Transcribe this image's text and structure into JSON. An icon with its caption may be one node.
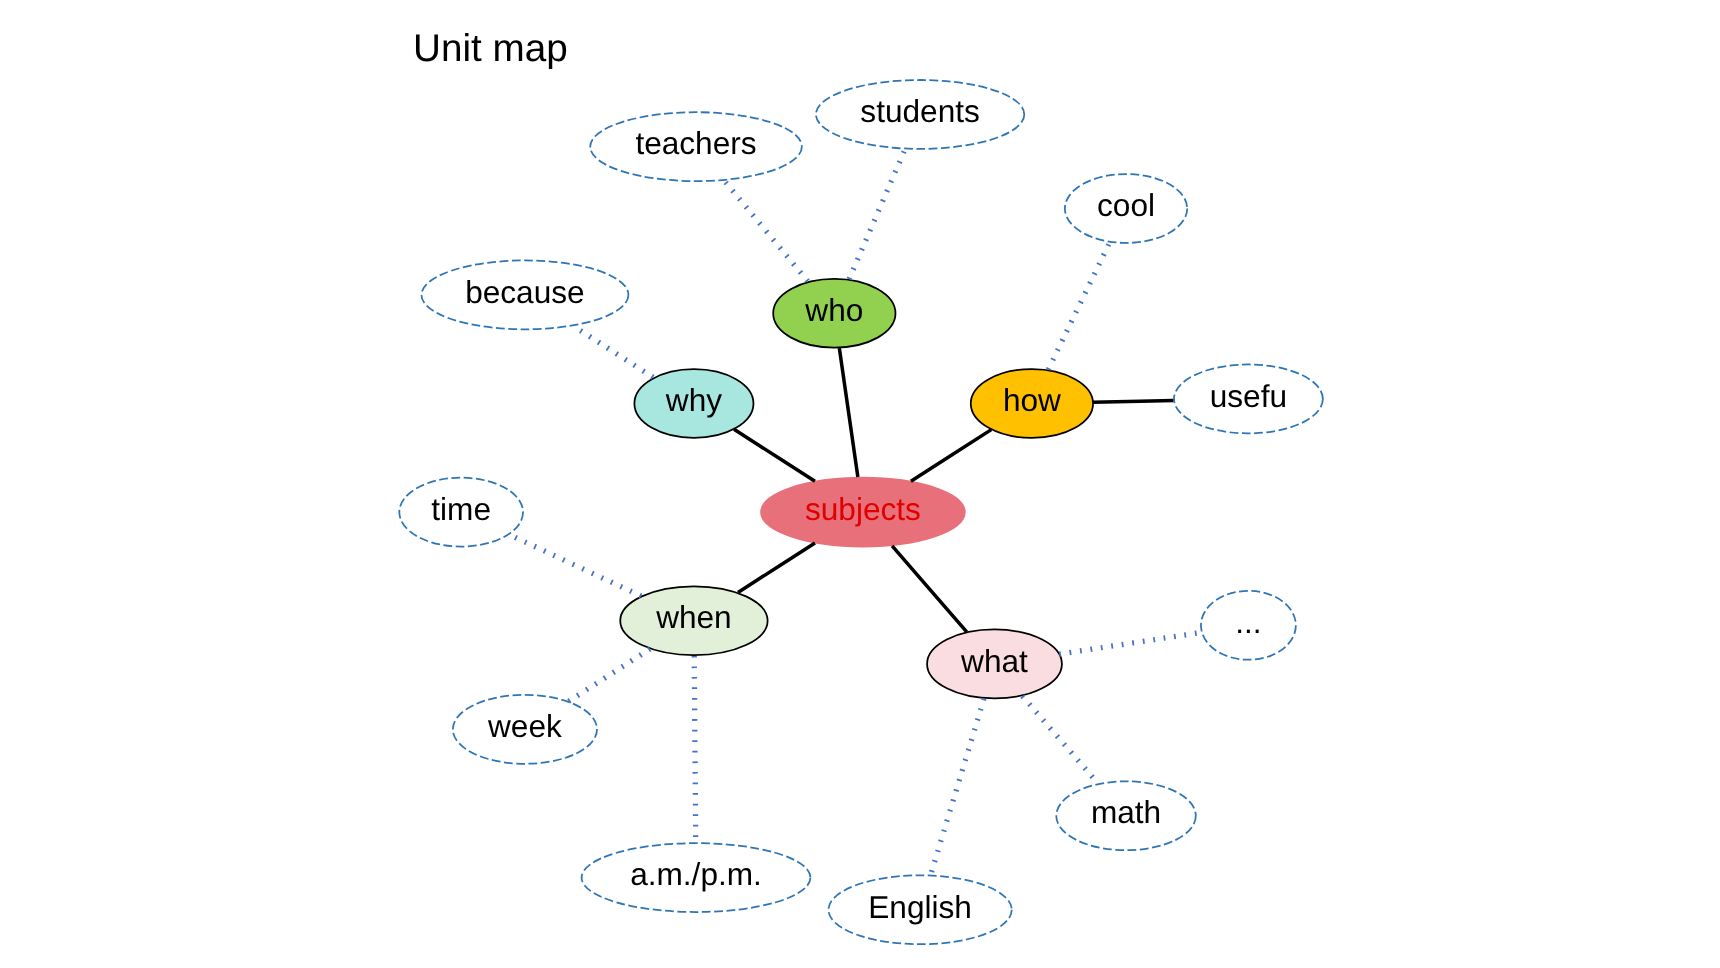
{
  "diagram": {
    "title": "Unit map",
    "nodes": [
      {
        "text": [
          "subjects"
        ]
      },
      {
        "text": [
          "how"
        ]
      },
      {
        "text": [
          "usefu"
        ]
      },
      {
        "text": [
          "cool"
        ]
      },
      {
        "text": [
          "who"
        ]
      },
      {
        "text": [
          "students"
        ]
      },
      {
        "text": [
          "teachers"
        ]
      },
      {
        "text": [
          "why"
        ]
      },
      {
        "text": [
          "because"
        ]
      },
      {
        "text": [
          "when"
        ]
      },
      {
        "text": [
          "time"
        ]
      },
      {
        "text": [
          "week"
        ]
      },
      {
        "text": [
          "a.m./p.m."
        ]
      },
      {
        "text": [
          "what"
        ]
      },
      {
        "text": [
          "English"
        ]
      },
      {
        "text": [
          "math"
        ]
      },
      {
        "text": [
          "..."
        ]
      }
    ],
    "edges": [
      {
        "from": 0,
        "to": 1,
        "arrow": "none",
        "color": "#000000"
      },
      {
        "from": 1,
        "to": 2,
        "arrow": "none",
        "color": "#000000"
      },
      {
        "from": 1,
        "to": 3,
        "arrow": "none",
        "style": "dashed"
      },
      {
        "from": 0,
        "to": 4,
        "arrow": "none",
        "color": "#000000"
      },
      {
        "from": 4,
        "to": 5,
        "arrow": "none",
        "style": "dashed"
      },
      {
        "from": 4,
        "to": 6,
        "arrow": "none",
        "style": "dashed"
      },
      {
        "from": 0,
        "to": 7,
        "arrow": "none",
        "color": "#000000"
      },
      {
        "from": 7,
        "to": 8,
        "arrow": "none",
        "style": "dashed"
      },
      {
        "from": 0,
        "to": 9,
        "arrow": "none",
        "color": "#000000"
      },
      {
        "from": 9,
        "to": 10,
        "arrow": "none",
        "style": "dashed"
      },
      {
        "from": 9,
        "to": 11,
        "arrow": "none",
        "style": "dashed"
      },
      {
        "from": 9,
        "to": 12,
        "arrow": "none",
        "style": "dashed"
      },
      {
        "from": 0,
        "to": 13,
        "arrow": "none",
        "color": "#000000"
      },
      {
        "from": 13,
        "to": 14,
        "arrow": "none",
        "style": "dashed"
      },
      {
        "from": 13,
        "to": 15,
        "arrow": "none",
        "style": "dashed"
      },
      {
        "from": 13,
        "to": 16,
        "arrow": "none",
        "style": "dashed"
      }
    ]
  }
}
